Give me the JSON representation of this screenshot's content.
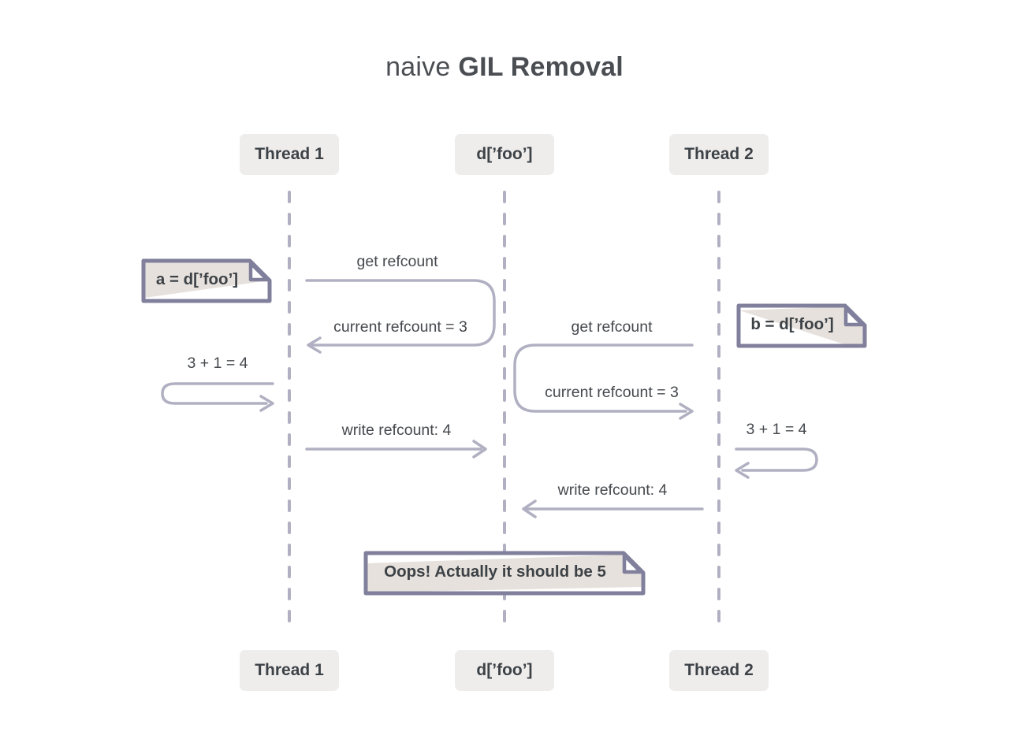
{
  "title": {
    "regular": "naive",
    "bold": "GIL Removal"
  },
  "participants": {
    "thread1": "Thread 1",
    "dfoo": "d[’foo’]",
    "thread2": "Thread 2"
  },
  "notes": {
    "note_a": "a = d[’foo’]",
    "note_b": "b = d[’foo’]",
    "oops": "Oops! Actually it should be 5"
  },
  "messages": {
    "t1_get": "get refcount",
    "t1_return": "current refcount = 3",
    "t1_incr": "3 + 1 = 4",
    "t1_write": "write refcount: 4",
    "t2_get": "get refcount",
    "t2_return": "current refcount = 3",
    "t2_incr": "3 + 1 = 4",
    "t2_write": "write refcount: 4"
  },
  "colors": {
    "line": "#b1b0c2",
    "note_border": "#807f9c",
    "note_shade": "#e6e1dc",
    "box_fill": "#eeedec",
    "dark_text": "#3d4247",
    "label_text": "#45494e",
    "title_text": "#4a4e53"
  }
}
